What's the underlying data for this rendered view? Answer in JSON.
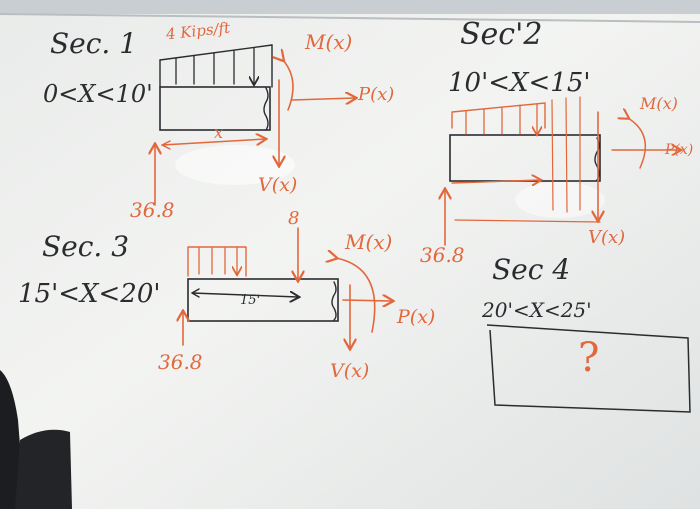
{
  "scene": {
    "subject": "whiteboard",
    "colors": {
      "board": "#f1f2f0",
      "black_marker": "#2a2c30",
      "orange_marker": "#e2683c"
    }
  },
  "section1": {
    "title": "Sec. 1",
    "range": "0<X<10'",
    "load": "4 Kips/ft",
    "moment": "M(x)",
    "axial": "P(x)",
    "shear": "V(x)",
    "dim": "x",
    "reaction": "36.8"
  },
  "section2": {
    "title": "Sec'2",
    "range": "10'<X<15'",
    "moment": "M(x)",
    "axial": "P(x)",
    "shear": "V(x)",
    "reaction": "36.8"
  },
  "section3": {
    "title": "Sec. 3",
    "range": "15'<X<20'",
    "point_load": "8",
    "moment": "M(x)",
    "axial": "P(x)",
    "shear": "V(x)",
    "dim": "15'",
    "reaction": "36.8"
  },
  "section4": {
    "title": "Sec 4",
    "range": "20'<X<25'",
    "unknown": "?"
  }
}
